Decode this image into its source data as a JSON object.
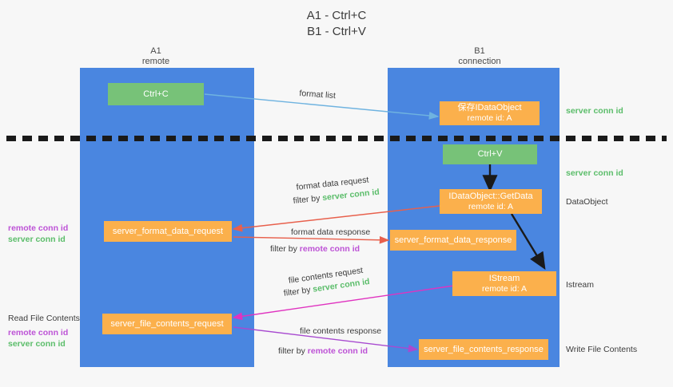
{
  "title": {
    "line1": "A1 - Ctrl+C",
    "line2": "B1 - Ctrl+V"
  },
  "lanes": [
    {
      "id": "a1",
      "name": "A1",
      "role": "remote"
    },
    {
      "id": "b1",
      "name": "B1",
      "role": "connection"
    }
  ],
  "nodes": {
    "ctrl_c": {
      "label": "Ctrl+C",
      "color": "#77c278"
    },
    "save_idataobject": {
      "line1": "保存IDataObject",
      "line2": "remote id: A",
      "color": "#fbb04c"
    },
    "ctrl_v": {
      "label": "Ctrl+V",
      "color": "#77c278"
    },
    "getdata": {
      "line1": "IDataObject::GetData",
      "line2": "remote id: A",
      "color": "#fbb04c"
    },
    "istream": {
      "line1": "IStream",
      "line2": "remote id: A",
      "color": "#fbb04c"
    },
    "format_data_request": {
      "label": "server_format_data_request",
      "color": "#fbb04c"
    },
    "format_data_response": {
      "label": "server_format_data_response",
      "color": "#fbb04c"
    },
    "file_contents_request": {
      "label": "server_file_contents_request",
      "color": "#fbb04c"
    },
    "file_contents_response": {
      "label": "server_file_contents_response",
      "color": "#fbb04c"
    }
  },
  "edges": {
    "format_list": {
      "label": "format list"
    },
    "format_data_request": {
      "label": "format data request",
      "filter_prefix": "filter by ",
      "filter_key": "server conn id"
    },
    "format_data_response": {
      "label": "format data response",
      "filter_prefix": "filter by ",
      "filter_key": "remote conn id"
    },
    "file_contents_request": {
      "label": "file contents request",
      "filter_prefix": "filter by ",
      "filter_key": "server conn id"
    },
    "file_contents_response": {
      "label": "file contents response",
      "filter_prefix": "filter by ",
      "filter_key": "remote conn id"
    }
  },
  "left_notes": {
    "format": {
      "remote": "remote conn id",
      "server": "server conn id"
    },
    "file": {
      "heading": "Read File Contents",
      "remote": "remote conn id",
      "server": "server conn id"
    }
  },
  "right_notes": {
    "server_conn_id_top": "server conn id",
    "server_conn_id_mid": "server conn id",
    "dataobject": "DataObject",
    "istream": "Istream",
    "write_file_contents": "Write File Contents"
  },
  "colors": {
    "lane": "#4a86e0",
    "green_node": "#77c278",
    "orange_node": "#fbb04c",
    "green_text": "#5bbd6a",
    "purple_text": "#bd52d6",
    "arrow_blue": "#6fb3e0",
    "arrow_red": "#e8604c",
    "arrow_magenta": "#e033c0",
    "arrow_purple": "#a84ad0",
    "arrow_dark": "#1a1a1a"
  }
}
